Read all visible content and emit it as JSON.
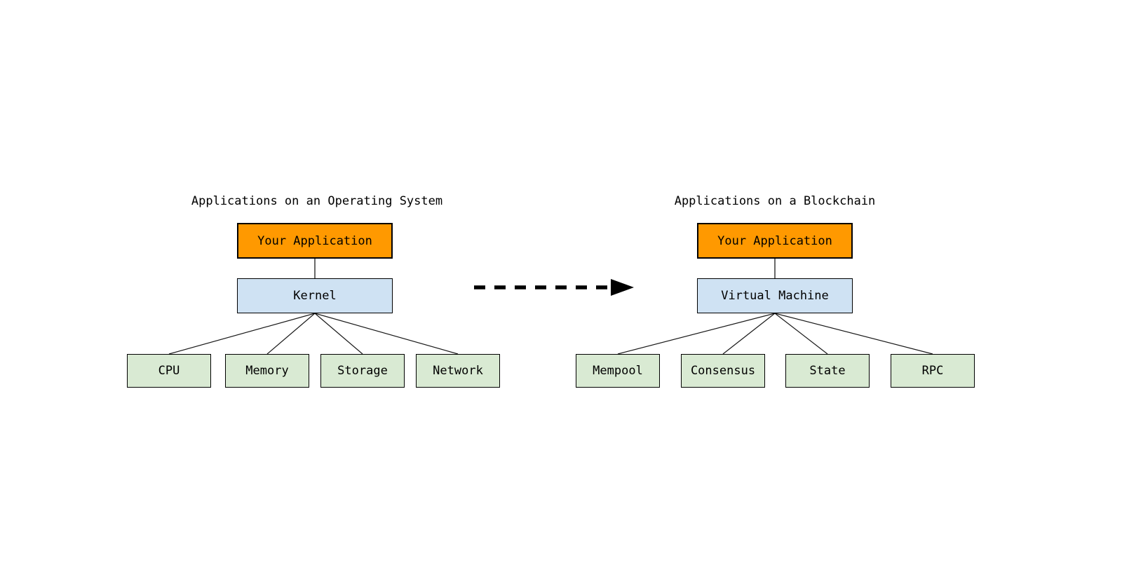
{
  "trees": [
    {
      "title": "Applications on an Operating System",
      "root": "Your Application",
      "platform": "Kernel",
      "leaves": [
        "CPU",
        "Memory",
        "Storage",
        "Network"
      ]
    },
    {
      "title": "Applications on a Blockchain",
      "root": "Your Application",
      "platform": "Virtual Machine",
      "leaves": [
        "Mempool",
        "Consensus",
        "State",
        "RPC"
      ]
    }
  ],
  "colors": {
    "app_box": "#ff9900",
    "platform_box": "#cfe2f3",
    "component_box": "#d9ead3",
    "border": "#000000",
    "line": "#1a1a1a",
    "arrow": "#000000",
    "text": "#000000",
    "background": "#ffffff"
  }
}
